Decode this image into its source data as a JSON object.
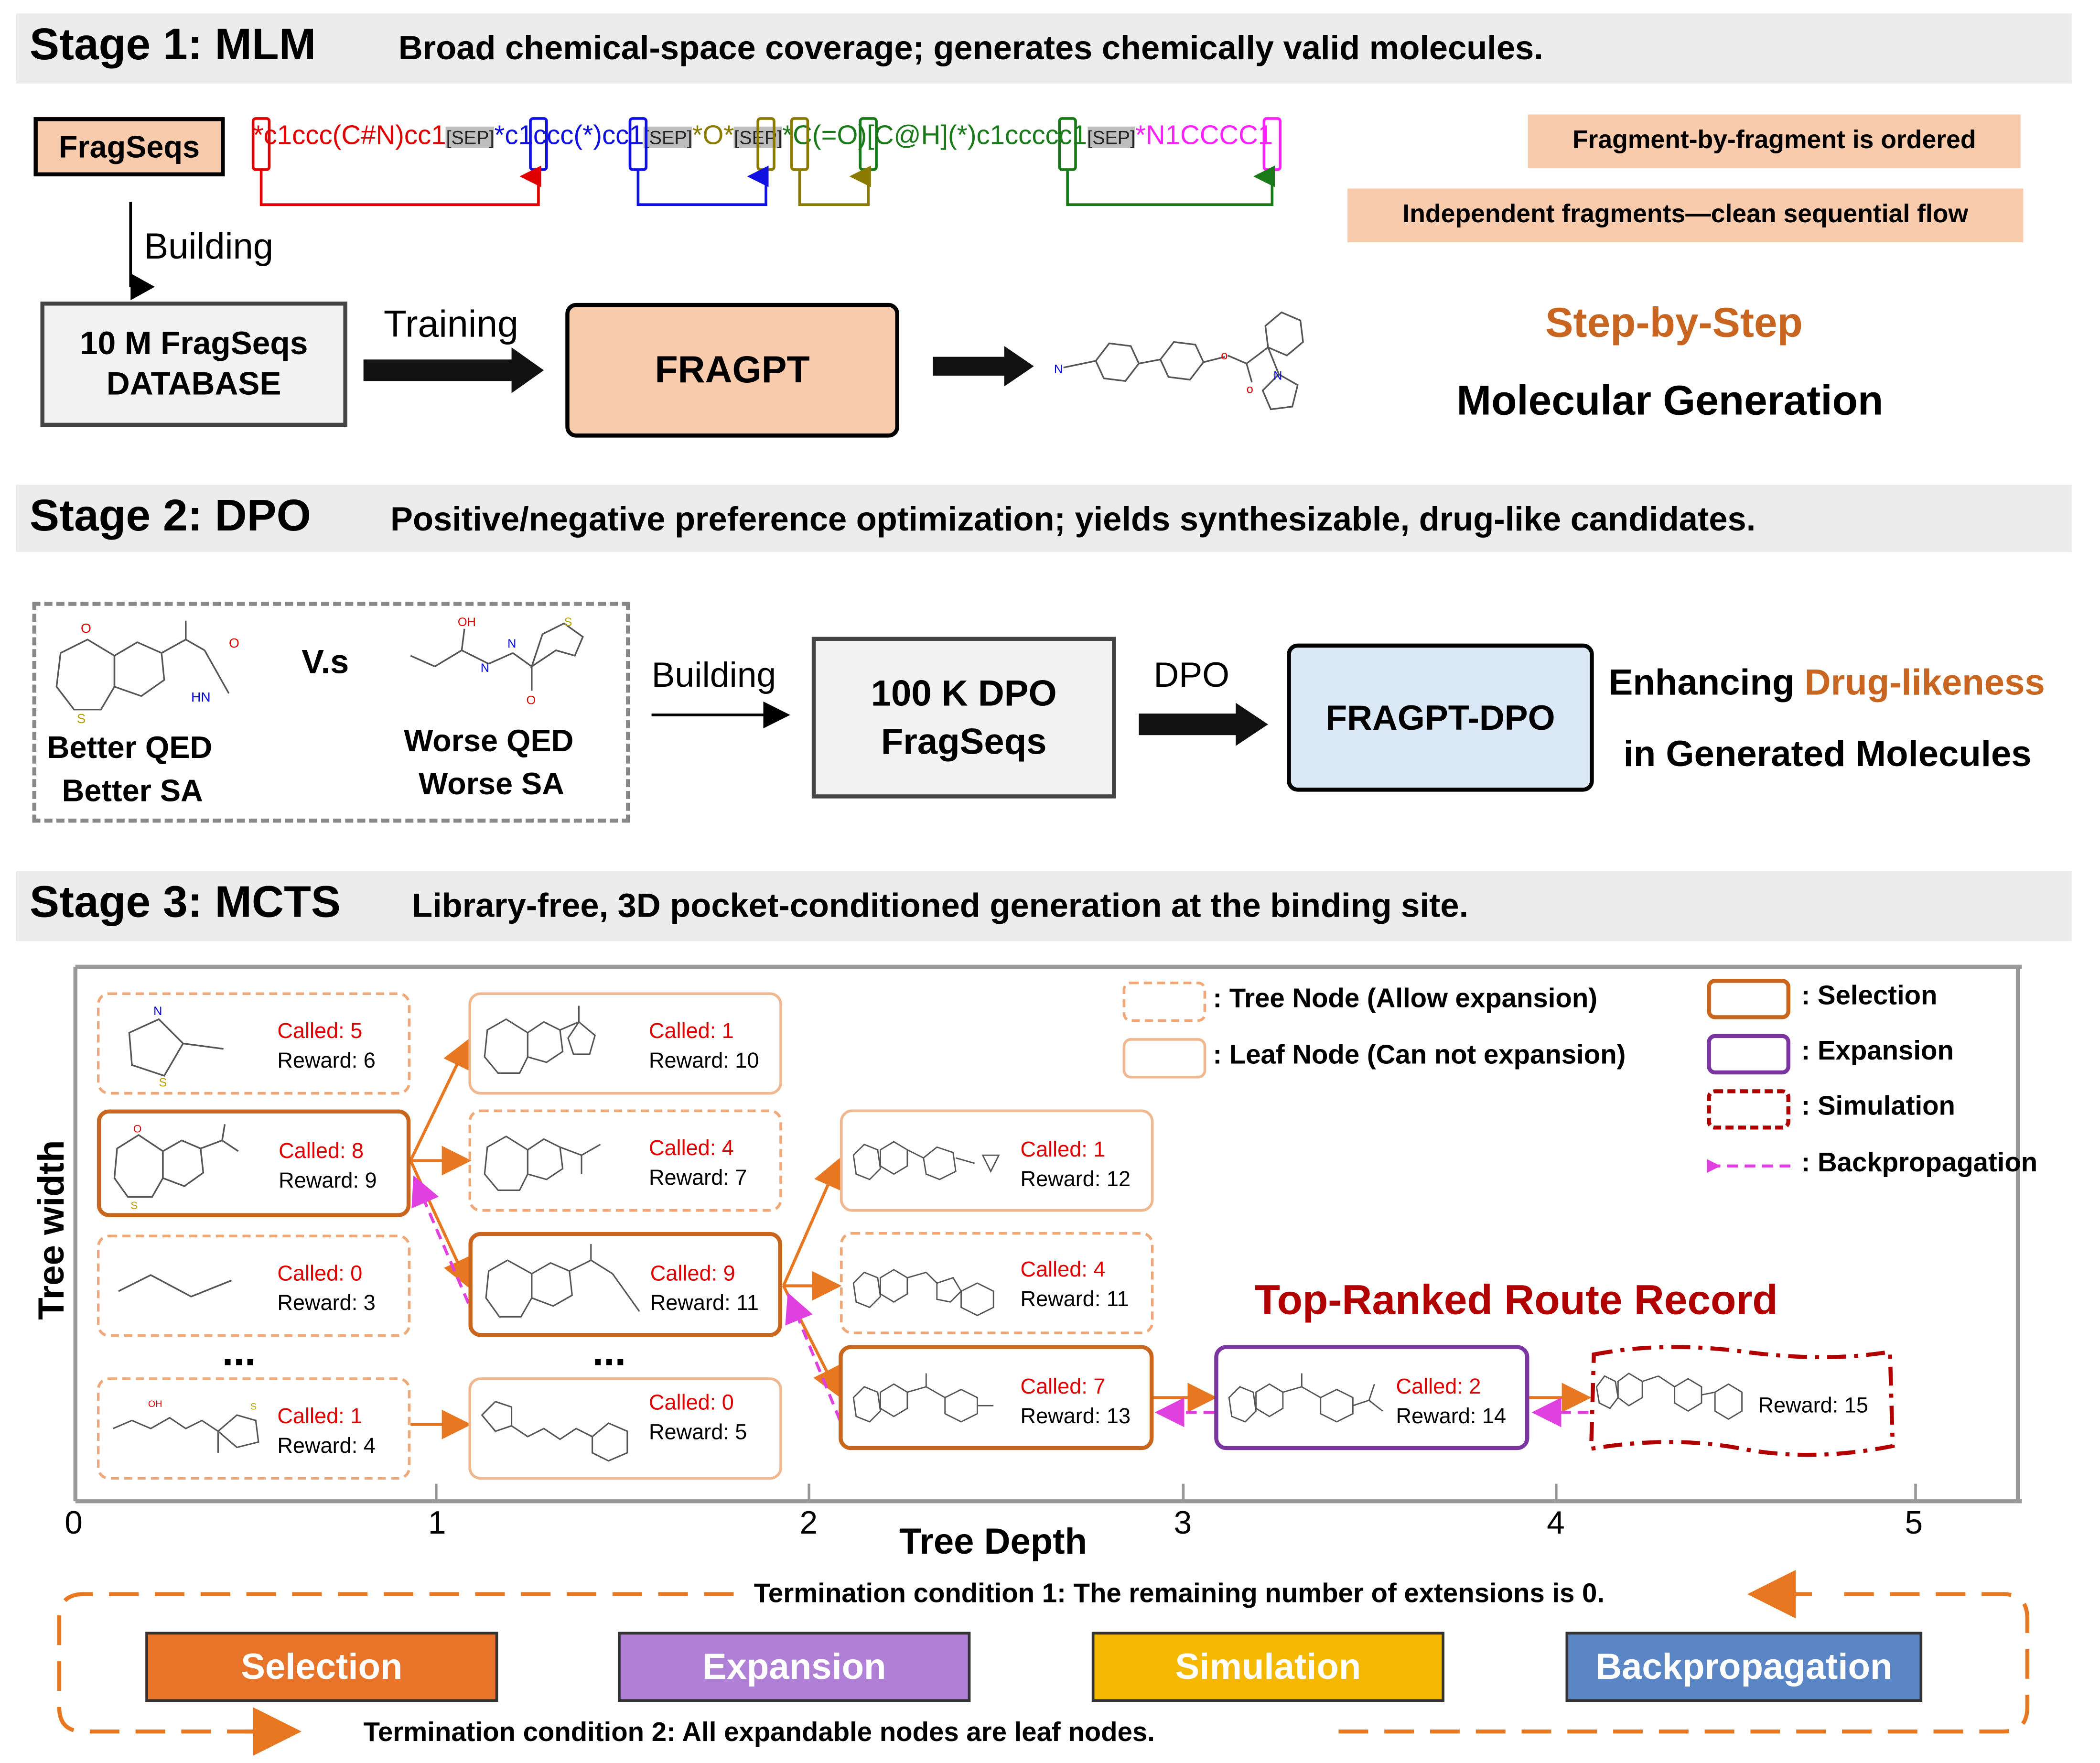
{
  "stage1": {
    "title": "Stage 1:  MLM",
    "desc": "Broad chemical-space coverage; generates chemically valid molecules.",
    "fragseqs": "FragSeqs",
    "building": "Building",
    "database": "10 M FragSeqs DATABASE",
    "training": "Training",
    "model": "FRAGPT",
    "note1": "Fragment-by-fragment is ordered",
    "note2": "Independent fragments—clean sequential flow",
    "step": "Step-by-Step",
    "gen": "Molecular Generation",
    "seq": {
      "s1": "*",
      "f1": "c1ccc(C#N)cc1",
      "sep": "[SEP]",
      "s2": "*",
      "f2a": "c1ccc(",
      "s2b": "*",
      "f2b": ")cc1",
      "s3": "*",
      "f3": "O",
      "s3b": "*",
      "s4": "*",
      "f4a": "C(=O)[C@H](",
      "s4b": "*",
      "f4b": ")c1ccccc1",
      "s5": "*",
      "f5": "N1CCCC1"
    }
  },
  "stage2": {
    "title": "Stage 2:  DPO",
    "desc": "Positive/negative preference optimization; yields synthesizable, drug-like candidates.",
    "vs": "V.s",
    "better1": "Better QED",
    "better2": "Better SA",
    "worse1": "Worse QED",
    "worse2": "Worse SA",
    "building": "Building",
    "dataset": "100 K DPO FragSeqs",
    "dpo": "DPO",
    "model": "FRAGPT-DPO",
    "enh1": "Enhancing ",
    "enh1b": "Drug-likeness",
    "enh2": "in Generated Molecules"
  },
  "stage3": {
    "title": "Stage 3: MCTS",
    "desc": "Library-free, 3D pocket-conditioned generation at the binding site.",
    "ylabel": "Tree width",
    "xlabel": "Tree Depth",
    "xticks": [
      "0",
      "1",
      "2",
      "3",
      "4",
      "5"
    ],
    "ellipsis": "...",
    "route_title": "Top-Ranked Route Record",
    "legend": {
      "tree": ": Tree Node (Allow expansion)",
      "leaf": ": Leaf Node (Can not expansion)",
      "selection": ": Selection",
      "expansion": ": Expansion",
      "simulation": ": Simulation",
      "backprop": ": Backpropagation"
    },
    "nodes": {
      "a1": {
        "called": "Called: 5",
        "reward": "Reward: 6"
      },
      "a2": {
        "called": "Called: 8",
        "reward": "Reward: 9"
      },
      "a3": {
        "called": "Called: 0",
        "reward": "Reward: 3"
      },
      "a4": {
        "called": "Called: 1",
        "reward": "Reward: 4"
      },
      "b1": {
        "called": "Called: 1",
        "reward": "Reward: 10"
      },
      "b2": {
        "called": "Called: 4",
        "reward": "Reward: 7"
      },
      "b3": {
        "called": "Called: 9",
        "reward": "Reward: 11"
      },
      "b4": {
        "called": "Called: 0",
        "reward": "Reward: 5"
      },
      "c1": {
        "called": "Called: 1",
        "reward": "Reward: 12"
      },
      "c2": {
        "called": "Called: 4",
        "reward": "Reward: 11"
      },
      "c3": {
        "called": "Called: 7",
        "reward": "Reward: 13"
      },
      "d1": {
        "called": "Called: 2",
        "reward": "Reward: 14"
      },
      "e1": {
        "reward": "Reward: 15"
      }
    },
    "term1": "Termination condition 1: The remaining number of extensions is 0.",
    "term2": "Termination condition 2: All expandable nodes are leaf nodes.",
    "phases": [
      "Selection",
      "Expansion",
      "Simulation",
      "Backpropagation"
    ]
  },
  "colors": {
    "salmon": "#f7cbac",
    "orange": "#e87722",
    "brown_orange": "#c8661e",
    "purple": "#7a35a0",
    "dark_red": "#b00000",
    "magenta": "#e040e0",
    "light_blue": "#dbe8f5",
    "phase_selection": "#e8742a",
    "phase_expansion": "#b07fd6",
    "phase_simulation": "#f5b800",
    "phase_backprop": "#5b86c6"
  }
}
